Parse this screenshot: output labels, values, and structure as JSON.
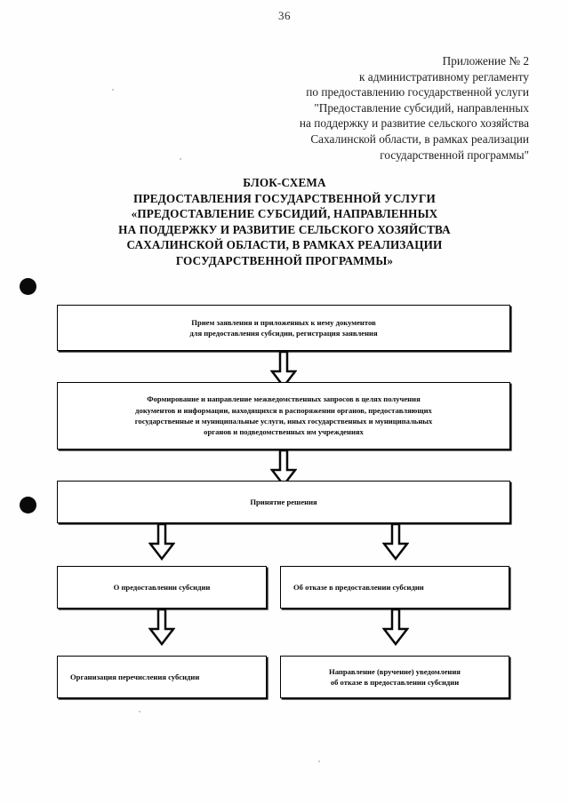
{
  "page": {
    "number": "36"
  },
  "appendix": {
    "lines": [
      "Приложение № 2",
      "к административному регламенту",
      "по предоставлению государственной услуги",
      "\"Предоставление субсидий, направленных",
      "на поддержку и развитие сельского хозяйства",
      "Сахалинской области, в рамках реализации",
      "государственной программы\""
    ]
  },
  "title": {
    "lines": [
      "БЛОК-СХЕМА",
      "ПРЕДОСТАВЛЕНИЯ ГОСУДАРСТВЕННОЙ УСЛУГИ",
      "«ПРЕДОСТАВЛЕНИЕ СУБСИДИЙ, НАПРАВЛЕННЫХ",
      "НА ПОДДЕРЖКУ И РАЗВИТИЕ СЕЛЬСКОГО ХОЗЯЙСТВА",
      "САХАЛИНСКОЙ ОБЛАСТИ, В РАМКАХ РЕАЛИЗАЦИИ",
      "ГОСУДАРСТВЕННОЙ ПРОГРАММЫ»"
    ]
  },
  "flowchart": {
    "nodes": {
      "intake": {
        "lines": [
          "Прием заявления и приложенных к нему документов",
          "для предоставления субсидии, регистрация заявления"
        ]
      },
      "requests": {
        "lines": [
          "Формирование и направление межведомственных запросов в целях получения",
          "документов и информации, находящихся в распоряжении органов, предоставляющих",
          "государственные и муниципальные услуги, иных государственных и муниципальных",
          "органов и подведомственных им учреждениях"
        ]
      },
      "decision": {
        "lines": [
          "Принятие решения"
        ]
      },
      "grant": {
        "lines": [
          "О предоставлении субсидии"
        ]
      },
      "refuse": {
        "lines": [
          "Об отказе в предоставлении субсидии"
        ]
      },
      "transfer": {
        "lines": [
          "Организация перечисления субсидии"
        ]
      },
      "notify": {
        "lines": [
          "Направление (вручение) уведомления",
          "об отказе в предоставлении субсидии"
        ]
      }
    },
    "connectors": [
      {
        "name": "intake-to-requests",
        "icon": "down-block-arrow-icon"
      },
      {
        "name": "requests-to-decision",
        "icon": "down-block-arrow-icon"
      },
      {
        "name": "decision-to-grant",
        "icon": "down-block-arrow-icon"
      },
      {
        "name": "decision-to-refuse",
        "icon": "down-block-arrow-icon"
      },
      {
        "name": "grant-to-transfer",
        "icon": "down-block-arrow-icon"
      },
      {
        "name": "refuse-to-notify",
        "icon": "down-block-arrow-icon"
      }
    ]
  },
  "marks": {
    "hole_punches": [
      {
        "name": "hole-punch-upper"
      },
      {
        "name": "hole-punch-lower"
      }
    ]
  },
  "colors": {
    "ink": "#000000",
    "paper": "#ffffff"
  }
}
